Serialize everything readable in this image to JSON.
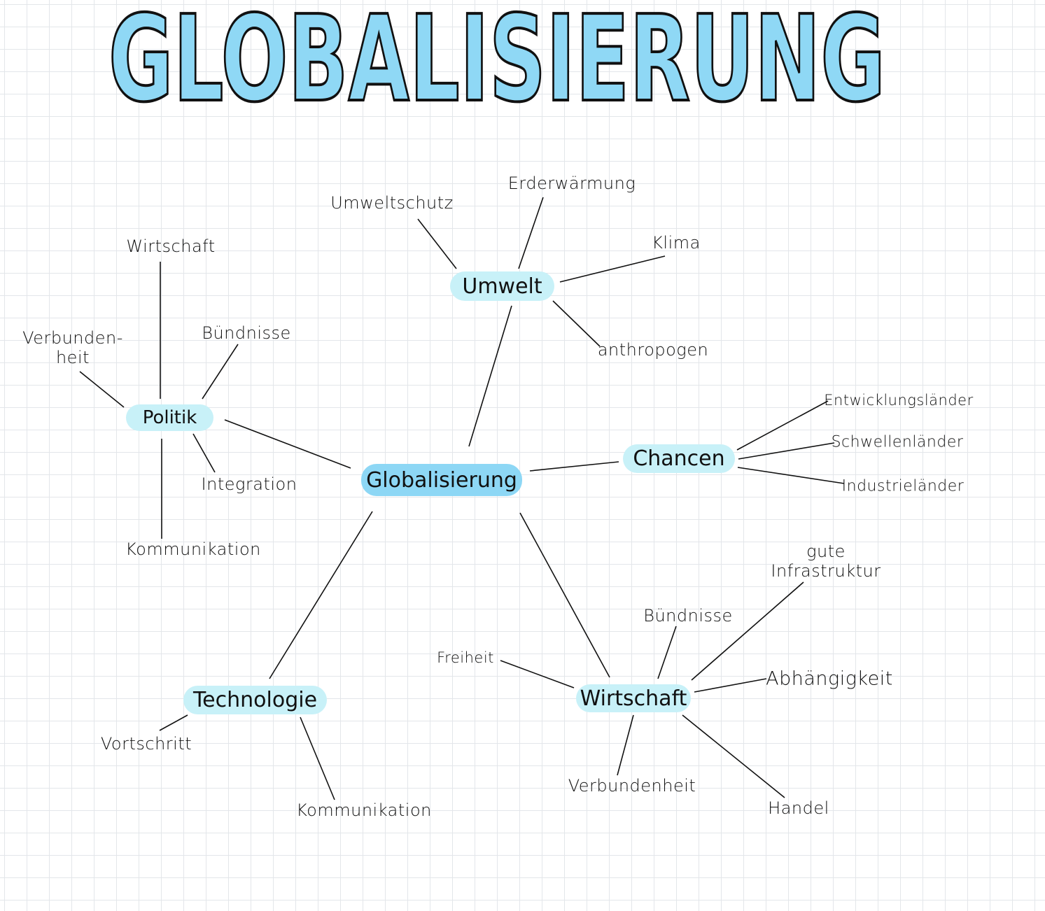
{
  "title": "GLOBALISIERUNG",
  "colors": {
    "title_fill": "#8fd8f5",
    "center_node": "#8dd7f5",
    "branch_node": "#c8f1f8",
    "outline": "#111111"
  },
  "center": "Globalisierung",
  "branches": {
    "umwelt": {
      "label": "Umwelt",
      "children": [
        "Umweltschutz",
        "Erderwärmung",
        "Klima",
        "anthropogen"
      ]
    },
    "politik": {
      "label": "Politik",
      "children": [
        "Wirtschaft",
        "Verbunden-\nheit",
        "Bündnisse",
        "Integration",
        "Kommunikation"
      ]
    },
    "chancen": {
      "label": "Chancen",
      "children": [
        "Entwicklungsländer",
        "Schwellenländer",
        "Industrieländer"
      ]
    },
    "wirtschaft": {
      "label": "Wirtschaft",
      "children": [
        "gute\nInfrastruktur",
        "Bündnisse",
        "Freiheit",
        "Abhängigkeit",
        "Verbundenheit",
        "Handel"
      ]
    },
    "technologie": {
      "label": "Technologie",
      "children": [
        "Vortschritt",
        "Kommunikation"
      ]
    }
  }
}
